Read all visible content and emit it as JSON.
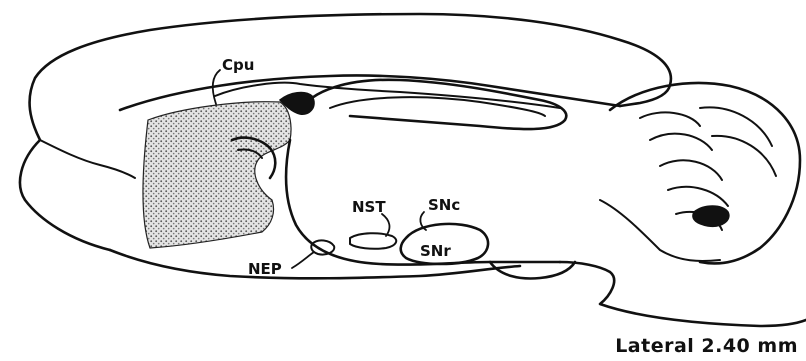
{
  "labels": {
    "cpu": "Cpu",
    "nst": "NST",
    "snc": "SNc",
    "snr": "SNr",
    "nep": "NEP"
  },
  "caption": "Lateral 2.40 mm",
  "colors": {
    "ink": "#111111",
    "shading": "#cfcfcf",
    "background": "#ffffff"
  }
}
